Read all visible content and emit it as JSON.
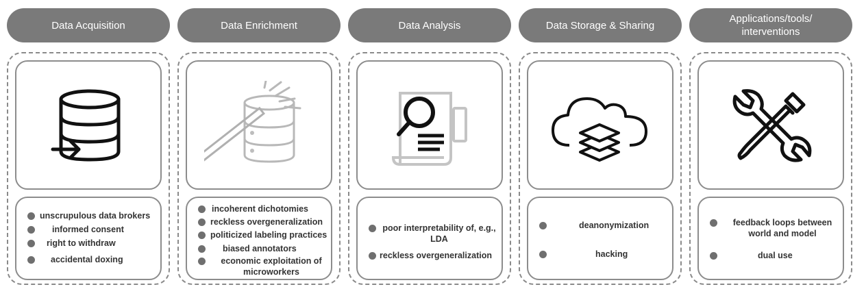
{
  "stages": [
    {
      "title": "Data Acquisition",
      "icon": "database-import-icon",
      "risks": [
        "unscrupulous data brokers",
        "informed consent",
        "right to withdraw",
        "accidental doxing"
      ]
    },
    {
      "title": "Data Enrichment",
      "icon": "database-magic-wand-icon",
      "risks": [
        "incoherent dichotomies",
        "reckless overgeneralization",
        "politicized labeling practices",
        "biased annotators",
        "economic exploitation of microworkers"
      ]
    },
    {
      "title": "Data Analysis",
      "icon": "document-magnifier-icon",
      "risks": [
        "poor interpretability of, e.g., LDA",
        "reckless overgeneralization"
      ]
    },
    {
      "title": "Data Storage & Sharing",
      "icon": "cloud-layers-icon",
      "risks": [
        "deanonymization",
        "hacking"
      ]
    },
    {
      "title": "Applications/tools/ interventions",
      "icon": "wrench-screwdriver-icon",
      "risks": [
        "feedback loops between world and model",
        "dual use"
      ]
    }
  ],
  "colors": {
    "pill": "#7a7a7a",
    "border": "#8c8c8c",
    "bullet": "#6f6f6f",
    "text": "#333333"
  }
}
